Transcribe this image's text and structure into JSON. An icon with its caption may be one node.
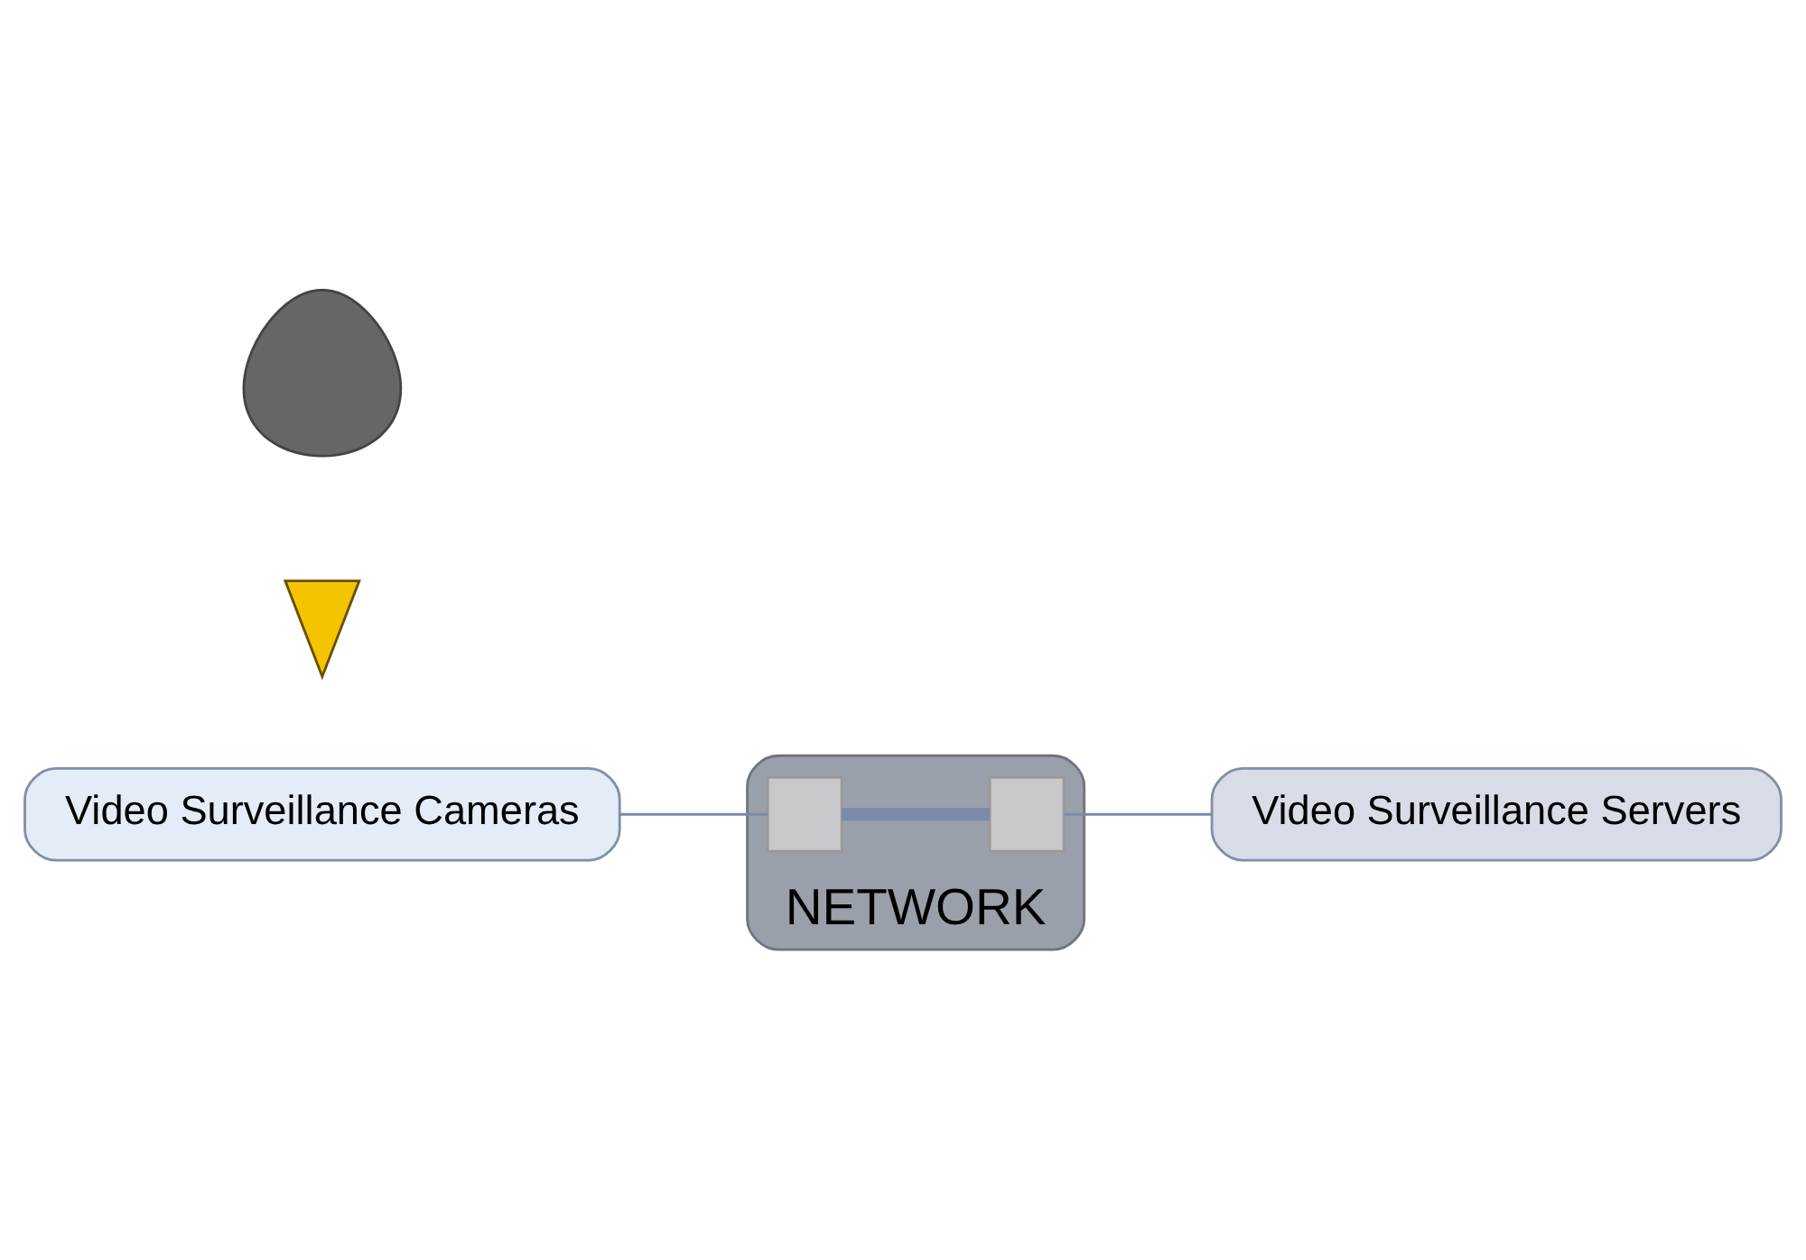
{
  "diagram": {
    "nodes": [
      {
        "text": [],
        "shape": "person"
      },
      {
        "text": [],
        "shape": "lightning"
      },
      {
        "text": [
          "Video Surveillance Cameras"
        ]
      },
      {
        "text": [
          "NETWORK"
        ]
      },
      {
        "text": [],
        "shape": "box",
        "in": 3
      },
      {
        "text": [],
        "shape": "box",
        "in": 3
      },
      {
        "text": [
          "Video Surveillance Servers"
        ]
      }
    ],
    "edges": [
      {
        "from": 2,
        "to": 4,
        "arrow": "none"
      },
      {
        "from": 4,
        "to": 5,
        "arrow": "none",
        "style": "thick"
      },
      {
        "from": 5,
        "to": 6,
        "arrow": "none"
      }
    ]
  }
}
